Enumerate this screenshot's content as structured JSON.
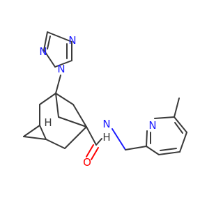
{
  "molecule": {
    "atom_labels": {
      "triazole_n1": "N",
      "triazole_n2": "N",
      "triazole_n4": "N",
      "amide_n": "N",
      "pyridine_n": "N",
      "amide_o": "O",
      "adamantane_h": "H",
      "amide_h": "H"
    },
    "colors": {
      "carbon_bond": "#3a3a3a",
      "nitrogen": "#1a1aff",
      "oxygen": "#ff0000",
      "background": "#ffffff"
    }
  }
}
